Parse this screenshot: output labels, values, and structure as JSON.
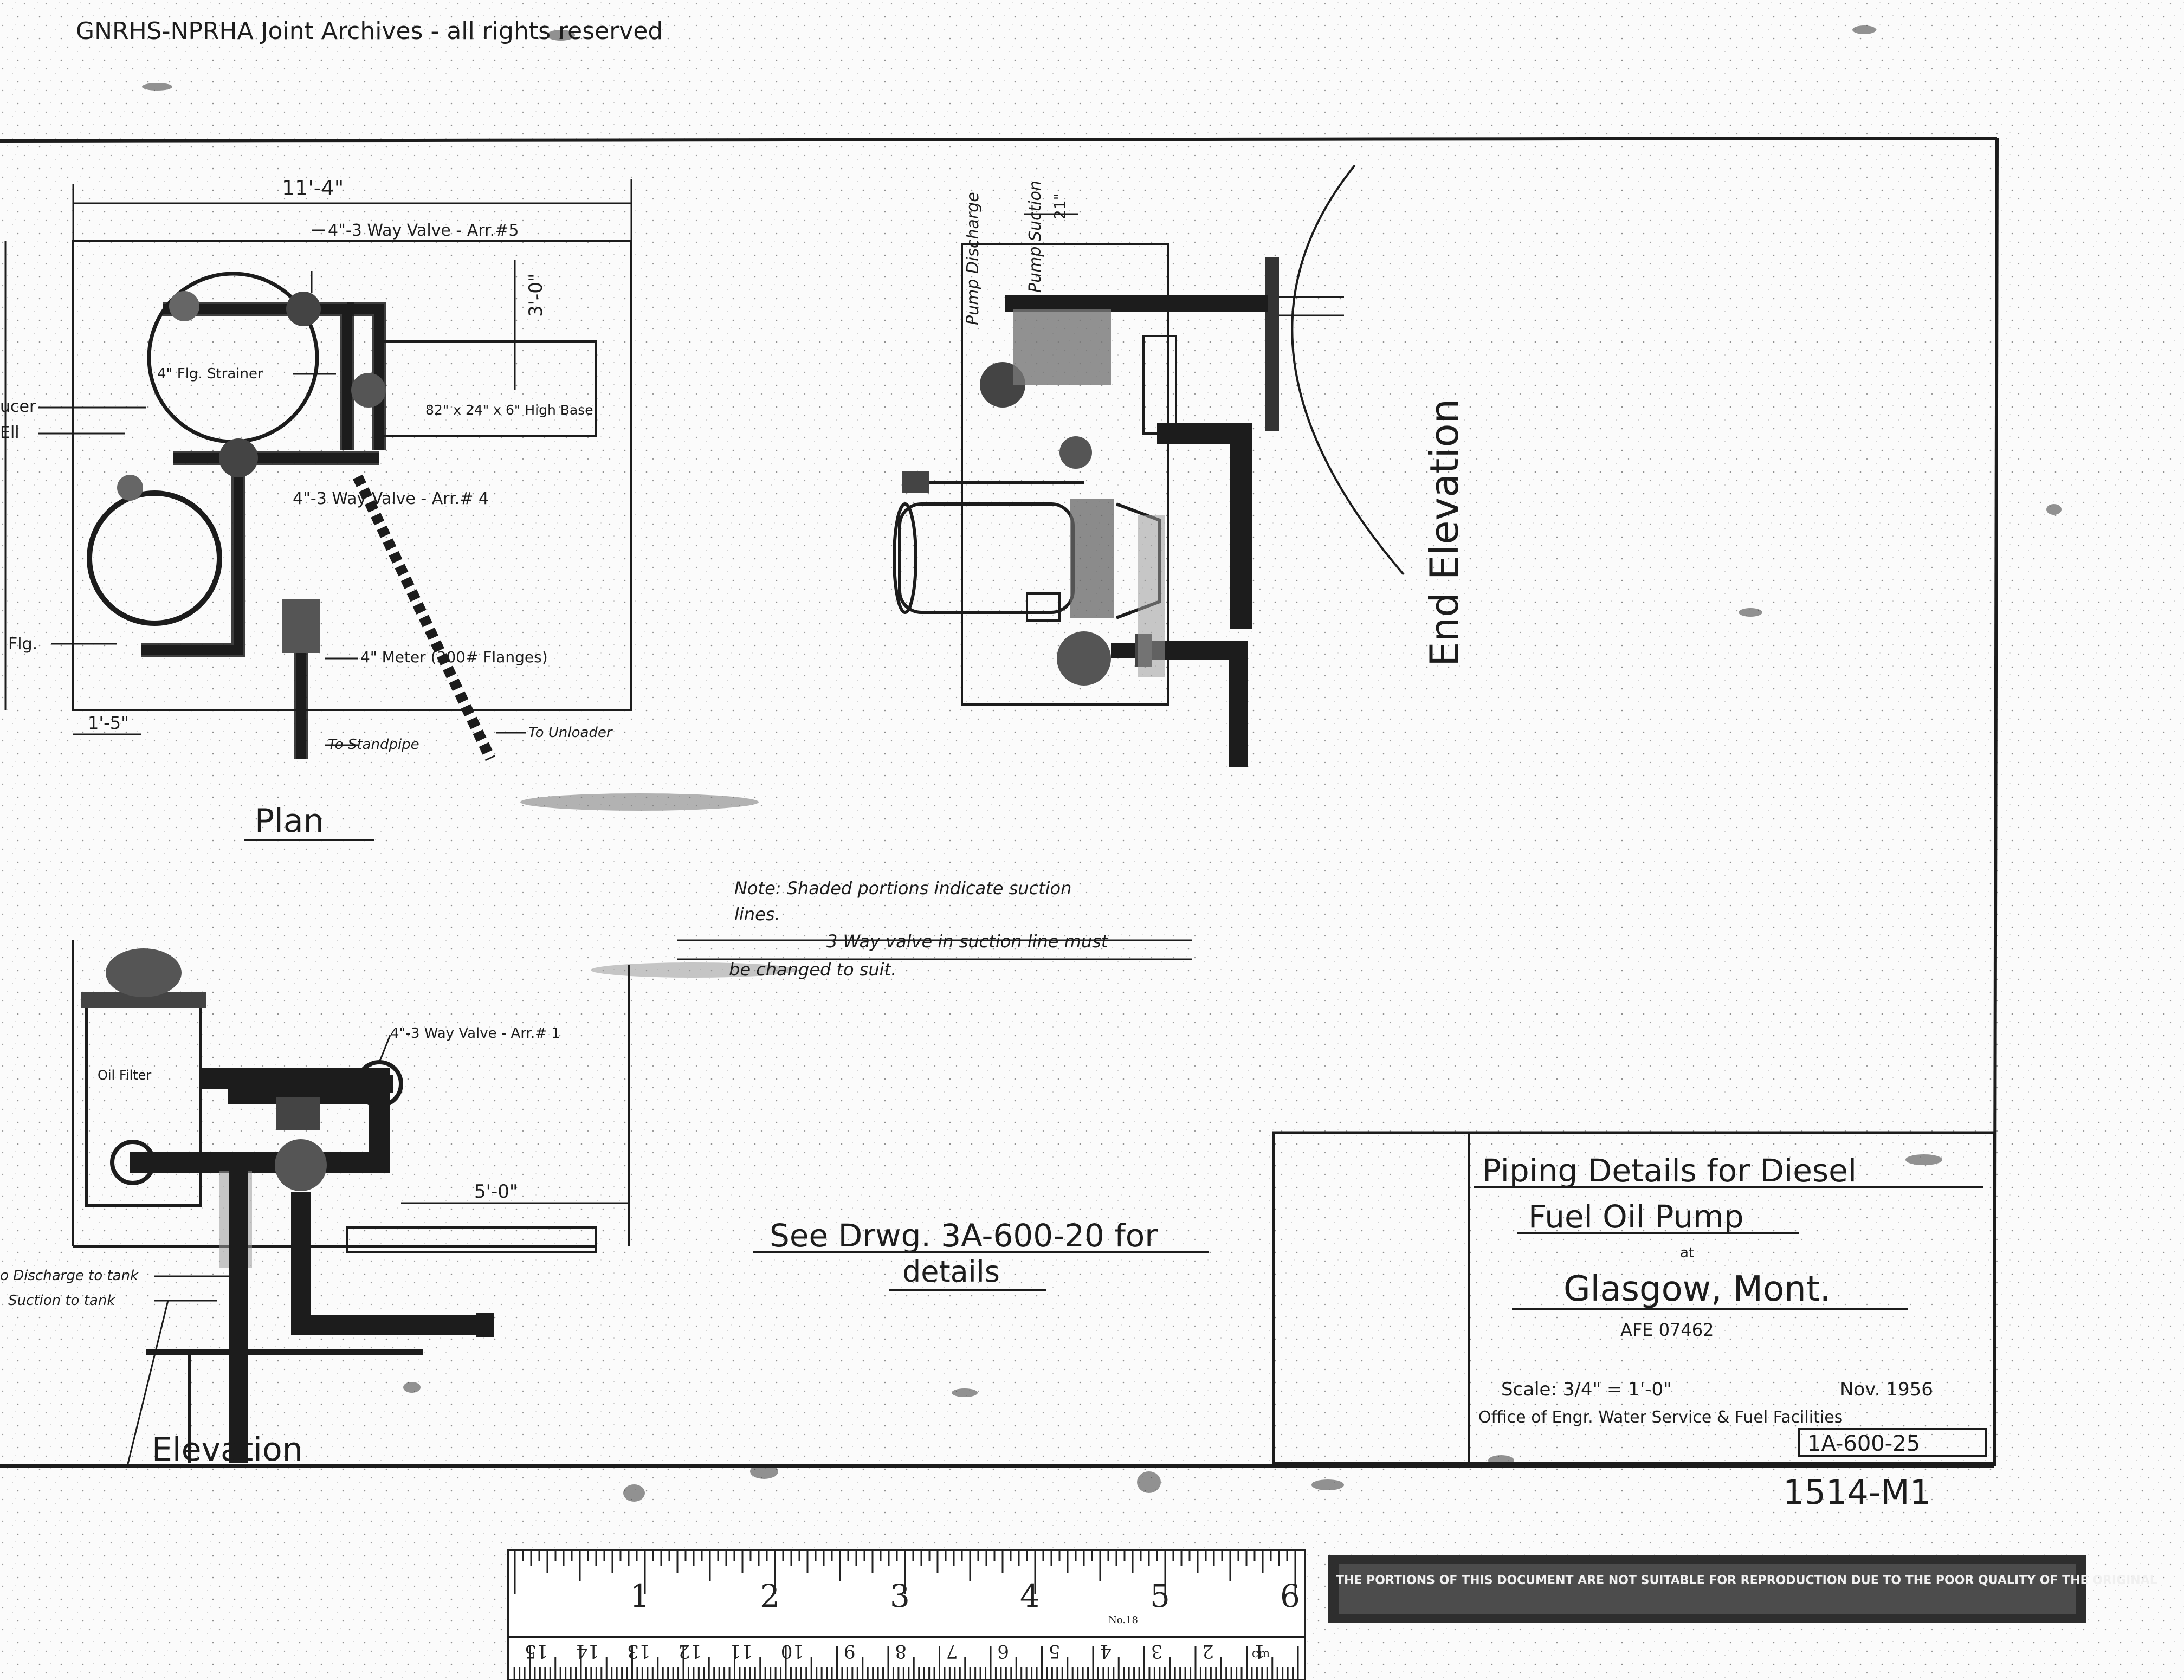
{
  "watermark": "GNRHS-NPRHA Joint Archives - all rights reserved",
  "plan": {
    "title": "Plan",
    "dim_overall": "11'-4\"",
    "dim_3ft": "3'-0\"",
    "dim_1ft5": "1'-5\"",
    "labels": {
      "valve_arr5": "4\"-3 Way Valve - Arr.#5",
      "strainer": "4\" Flg. Strainer",
      "base": "82\" x 24\" x 6\" High Base",
      "reducer": "ucer",
      "ell": "Ell",
      "valve_arr4": "4\"-3 Way Valve - Arr.# 4",
      "flg": "Flg.",
      "meter": "4\" Meter (300# Flanges)",
      "standpipe": "To Standpipe",
      "unloader": "To Unloader"
    }
  },
  "end_elevation": {
    "title": "End Elevation",
    "pump_discharge": "Pump Discharge",
    "pump_suction": "Pump Suction",
    "dim_21": "21\""
  },
  "elevation": {
    "title": "Elevation",
    "oil_filter": "Oil Filter",
    "valve_arr1": "4\"-3 Way Valve - Arr.# 1",
    "dim_5ft": "5'-0\"",
    "discharge": "o Discharge to tank",
    "suction": "Suction to tank"
  },
  "note": {
    "line1": "Note: Shaded portions indicate suction",
    "line2": "lines.",
    "line3": "3 Way valve in suction line must",
    "line4": "be changed to suit."
  },
  "see_drawing": {
    "line1": "See Drwg. 3A-600-20 for",
    "line2": "details"
  },
  "title_block": {
    "line1": "Piping Details for Diesel",
    "line2": "Fuel Oil Pump",
    "at": "at",
    "location": "Glasgow, Mont.",
    "afe": "AFE 07462",
    "scale": "Scale: 3/4\" = 1'-0\"",
    "date": "Nov. 1956",
    "office": "Office of Engr. Water Service & Fuel Facilities",
    "drawing_no": "1A-600-25",
    "sheet_ref": "1514-M1"
  },
  "ruler": {
    "inch_marks": [
      "1",
      "2",
      "3",
      "4",
      "5",
      "6"
    ],
    "cm_marks": [
      "1",
      "2",
      "3",
      "4",
      "5",
      "6",
      "7",
      "8",
      "9",
      "10",
      "11",
      "12",
      "13",
      "14",
      "15"
    ],
    "model": "No.18",
    "cm_unit": "cm"
  },
  "notice": "THE PORTIONS OF THIS DOCUMENT ARE NOT SUITABLE FOR REPRODUCTION DUE TO THE POOR QUALITY OF THE ORIGINAL"
}
